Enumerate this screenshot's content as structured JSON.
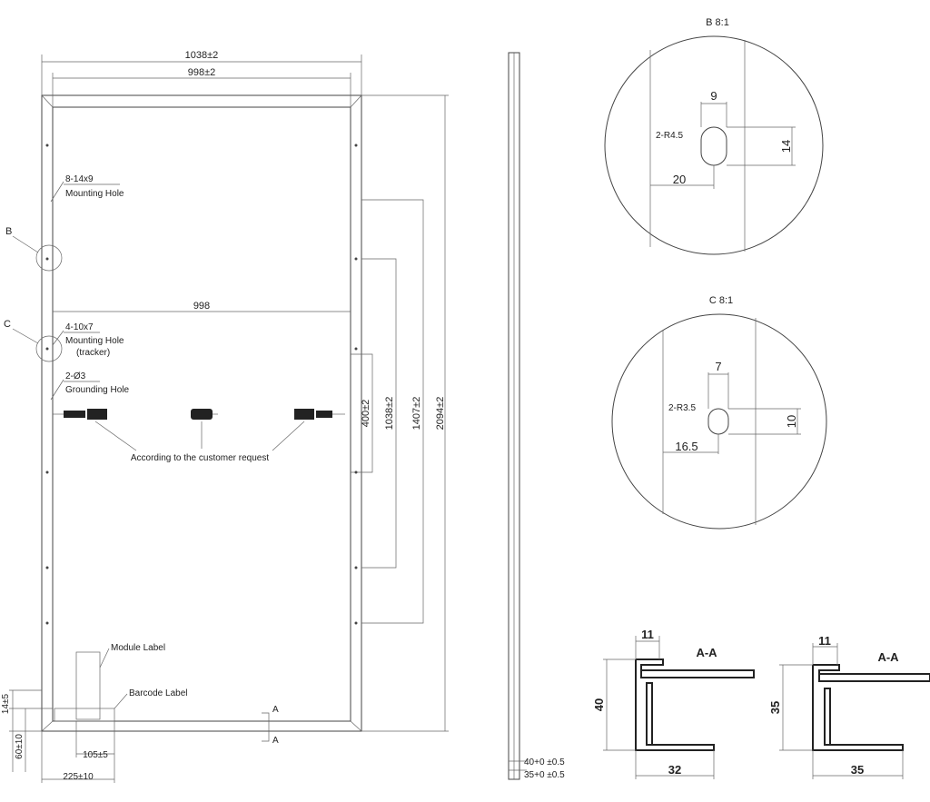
{
  "front": {
    "dim_width_outer": "1038±2",
    "dim_width_inner": "998±2",
    "dim_mid_width": "998",
    "dim_height_1": "400±2",
    "dim_height_2": "1038±2",
    "dim_height_3": "1407±2",
    "dim_height_4": "2094±2",
    "mounting_holes_spec": "8-14x9",
    "mounting_holes_label": "Mounting Hole",
    "tracker_holes_spec": "4-10x7",
    "tracker_holes_label": "Mounting Hole",
    "tracker_holes_note": "(tracker)",
    "ground_holes_spec": "2-Ø3",
    "ground_holes_label": "Grounding Hole",
    "connector_note": "According to the customer request",
    "module_label": "Module Label",
    "barcode_label": "Barcode Label",
    "dim_bottom_1": "105±5",
    "dim_bottom_2": "225±10",
    "dim_left_1": "60±10",
    "dim_left_2": "14±5",
    "marker_b": "B",
    "marker_c": "C",
    "section_marker": "A"
  },
  "side": {
    "thickness_1": "40+0 ±0.5",
    "thickness_2": "35+0 ±0.5"
  },
  "detail_b": {
    "title": "B 8:1",
    "dim_top": "9",
    "dim_right": "14",
    "dim_bottom": "20",
    "hole_label": "2-R4.5"
  },
  "detail_c": {
    "title": "C 8:1",
    "dim_top": "7",
    "dim_right": "10",
    "dim_bottom": "16.5",
    "hole_label": "2-R3.5"
  },
  "section_1": {
    "title": "A-A",
    "dim_top": "11",
    "dim_height": "40",
    "dim_width": "32"
  },
  "section_2": {
    "title": "A-A",
    "dim_top": "11",
    "dim_height": "35",
    "dim_width": "35"
  }
}
